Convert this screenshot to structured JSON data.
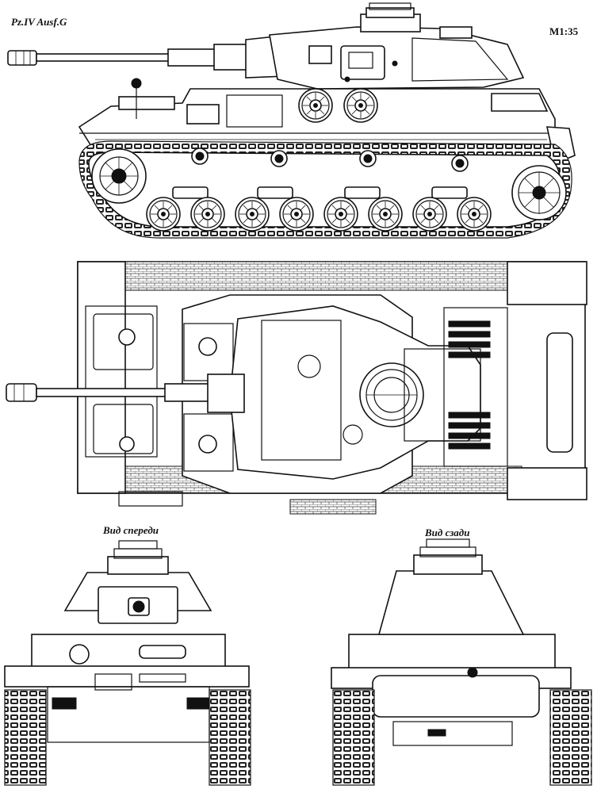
{
  "header": {
    "title": "Pz.IV Ausf.G",
    "scale": "M1:35"
  },
  "views": {
    "front_label": "Вид спереди",
    "rear_label": "Вид сзади"
  }
}
